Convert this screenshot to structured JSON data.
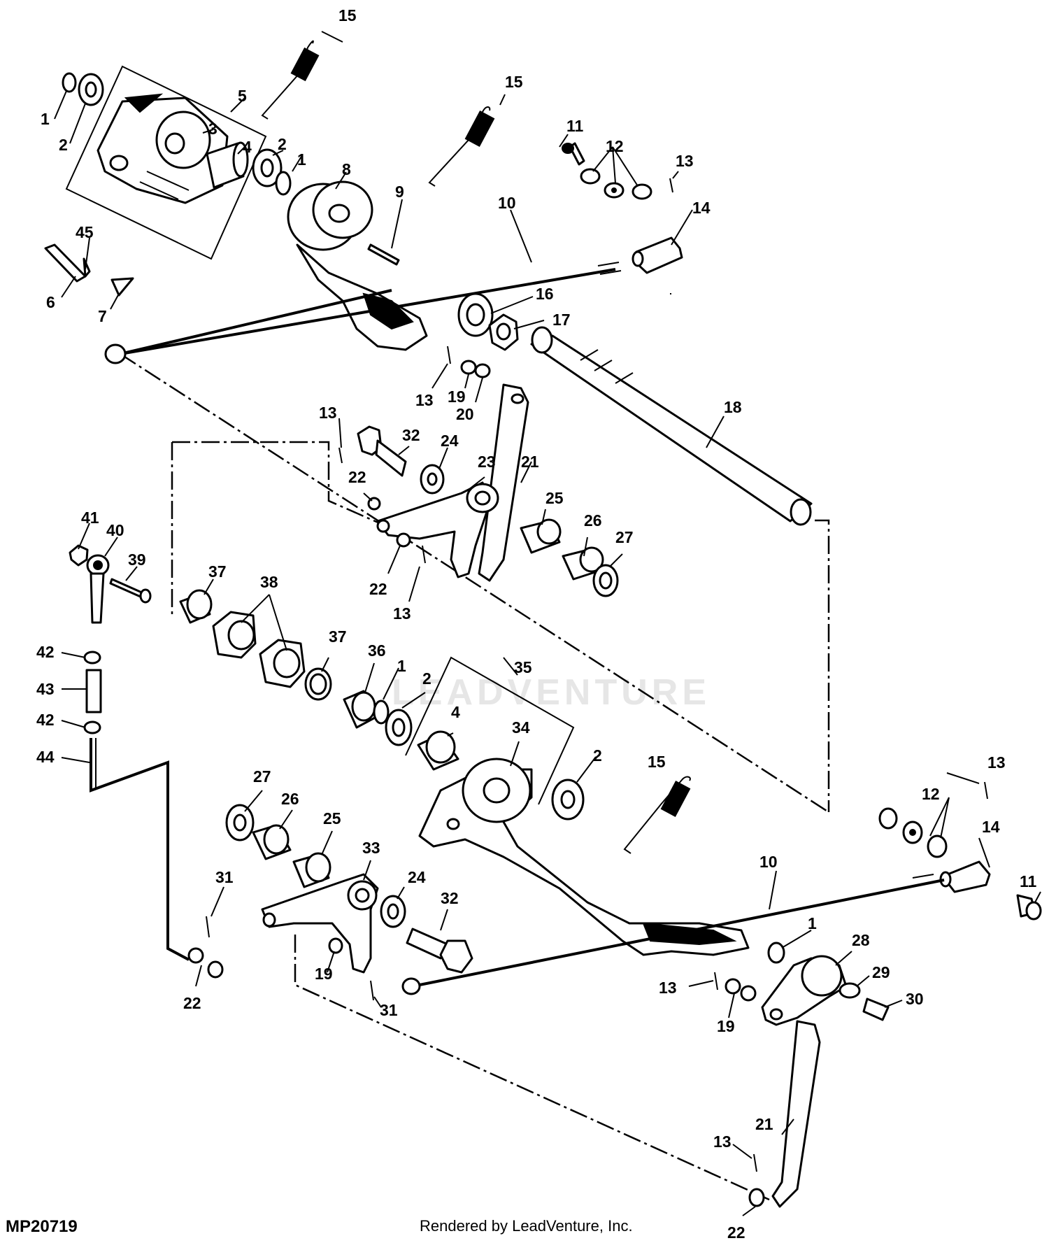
{
  "figure_id": "MP20719",
  "credit": "Rendered by LeadVenture, Inc.",
  "watermark": "LEADVENTURE",
  "callouts": [
    {
      "id": "c15a",
      "label": "15"
    },
    {
      "id": "c15b",
      "label": "15"
    },
    {
      "id": "c15c",
      "label": "15"
    },
    {
      "id": "c1a",
      "label": "1"
    },
    {
      "id": "c2a",
      "label": "2"
    },
    {
      "id": "c5",
      "label": "5"
    },
    {
      "id": "c3",
      "label": "3"
    },
    {
      "id": "c4a",
      "label": "4"
    },
    {
      "id": "c2b",
      "label": "2"
    },
    {
      "id": "c1b",
      "label": "1"
    },
    {
      "id": "c8",
      "label": "8"
    },
    {
      "id": "c9",
      "label": "9"
    },
    {
      "id": "c10a",
      "label": "10"
    },
    {
      "id": "c11a",
      "label": "11"
    },
    {
      "id": "c12a",
      "label": "12"
    },
    {
      "id": "c13a",
      "label": "13"
    },
    {
      "id": "c14a",
      "label": "14"
    },
    {
      "id": "c45",
      "label": "45"
    },
    {
      "id": "c6",
      "label": "6"
    },
    {
      "id": "c7",
      "label": "7"
    },
    {
      "id": "c16",
      "label": "16"
    },
    {
      "id": "c17",
      "label": "17"
    },
    {
      "id": "c13b",
      "label": "13"
    },
    {
      "id": "c19a",
      "label": "19"
    },
    {
      "id": "c20",
      "label": "20"
    },
    {
      "id": "c18",
      "label": "18"
    },
    {
      "id": "c13c",
      "label": "13"
    },
    {
      "id": "c32a",
      "label": "32"
    },
    {
      "id": "c24a",
      "label": "24"
    },
    {
      "id": "c23",
      "label": "23"
    },
    {
      "id": "c21a",
      "label": "21"
    },
    {
      "id": "c22a",
      "label": "22"
    },
    {
      "id": "c25a",
      "label": "25"
    },
    {
      "id": "c26a",
      "label": "26"
    },
    {
      "id": "c27a",
      "label": "27"
    },
    {
      "id": "c22b",
      "label": "22"
    },
    {
      "id": "c13d",
      "label": "13"
    },
    {
      "id": "c41",
      "label": "41"
    },
    {
      "id": "c40",
      "label": "40"
    },
    {
      "id": "c39",
      "label": "39"
    },
    {
      "id": "c37a",
      "label": "37"
    },
    {
      "id": "c38",
      "label": "38"
    },
    {
      "id": "c42a",
      "label": "42"
    },
    {
      "id": "c43",
      "label": "43"
    },
    {
      "id": "c42b",
      "label": "42"
    },
    {
      "id": "c44",
      "label": "44"
    },
    {
      "id": "c37b",
      "label": "37"
    },
    {
      "id": "c36",
      "label": "36"
    },
    {
      "id": "c1c",
      "label": "1"
    },
    {
      "id": "c2c",
      "label": "2"
    },
    {
      "id": "c35",
      "label": "35"
    },
    {
      "id": "c4b",
      "label": "4"
    },
    {
      "id": "c34",
      "label": "34"
    },
    {
      "id": "c2d",
      "label": "2"
    },
    {
      "id": "c13e",
      "label": "13"
    },
    {
      "id": "c12b",
      "label": "12"
    },
    {
      "id": "c14b",
      "label": "14"
    },
    {
      "id": "c27b",
      "label": "27"
    },
    {
      "id": "c26b",
      "label": "26"
    },
    {
      "id": "c25b",
      "label": "25"
    },
    {
      "id": "c33",
      "label": "33"
    },
    {
      "id": "c24b",
      "label": "24"
    },
    {
      "id": "c32b",
      "label": "32"
    },
    {
      "id": "c10b",
      "label": "10"
    },
    {
      "id": "c11b",
      "label": "11"
    },
    {
      "id": "c31a",
      "label": "31"
    },
    {
      "id": "c1d",
      "label": "1"
    },
    {
      "id": "c28",
      "label": "28"
    },
    {
      "id": "c29",
      "label": "29"
    },
    {
      "id": "c30",
      "label": "30"
    },
    {
      "id": "c19b",
      "label": "19"
    },
    {
      "id": "c31b",
      "label": "31"
    },
    {
      "id": "c13f",
      "label": "13"
    },
    {
      "id": "c19c",
      "label": "19"
    },
    {
      "id": "c22c",
      "label": "22"
    },
    {
      "id": "c21b",
      "label": "21"
    },
    {
      "id": "c13g",
      "label": "13"
    },
    {
      "id": "c22d",
      "label": "22"
    }
  ]
}
